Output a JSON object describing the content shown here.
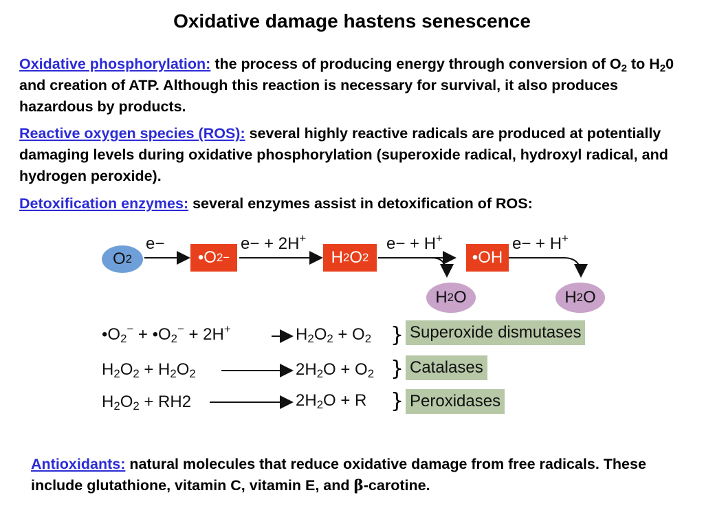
{
  "title": "Oxidative damage hastens senescence",
  "p1": {
    "term": "Oxidative phosphorylation:",
    "t1": " the process of producing energy through conversion of O",
    "s1": "2",
    "t2": " to H",
    "s2": "2",
    "t3": "0 and creation of ATP. Although this reaction is necessary for survival, it also produces hazardous by products."
  },
  "p2": {
    "term": "Reactive oxygen species (ROS):",
    "text": " several highly reactive radicals are produced at potentially damaging levels during oxidative phosphorylation (superoxide radical, hydroxyl radical, and hydrogen peroxide)."
  },
  "p3": {
    "term": "Detoxification enzymes:",
    "text": " several enzymes assist in detoxification of ROS:"
  },
  "diagram": {
    "o2": "O",
    "o2_sub": "2",
    "e1": "e−",
    "superoxide": "•O",
    "superoxide_sub": "2",
    "superoxide_sup": "−",
    "e2": "e− + 2H",
    "e2_sup": "+",
    "h2o2_a": "H",
    "h2o2_b": "O",
    "sub2": "2",
    "e3": "e− + H",
    "e3_sup": "+",
    "oh": "•OH",
    "e4": "e− + H",
    "e4_sup": "+",
    "water_h": "H",
    "water_o": "O",
    "r1_lhs_a": "•O",
    "r1_lhs_sup": "−",
    "r1_plus": " + ",
    "r1_tail": " + 2H",
    "r1_tail_sup": "+",
    "r1_rhs_plus": " + O",
    "brace": "}",
    "enzyme1": "Superoxide dismutases",
    "r2_plus": " + H",
    "r2_rhs_a": "2H",
    "r2_rhs_b": "O + O",
    "enzyme2": "Catalases",
    "r3_plus": " + RH2",
    "r3_rhs_a": "2H",
    "r3_rhs_b": "O + R",
    "enzyme3": "Peroxidases"
  },
  "p4": {
    "term": "Antioxidants:",
    "t1": " natural molecules that reduce oxidative damage from free radicals. These include glutathione, vitamin C, vitamin E, and ",
    "beta": "β",
    "t2": "-carotine."
  }
}
